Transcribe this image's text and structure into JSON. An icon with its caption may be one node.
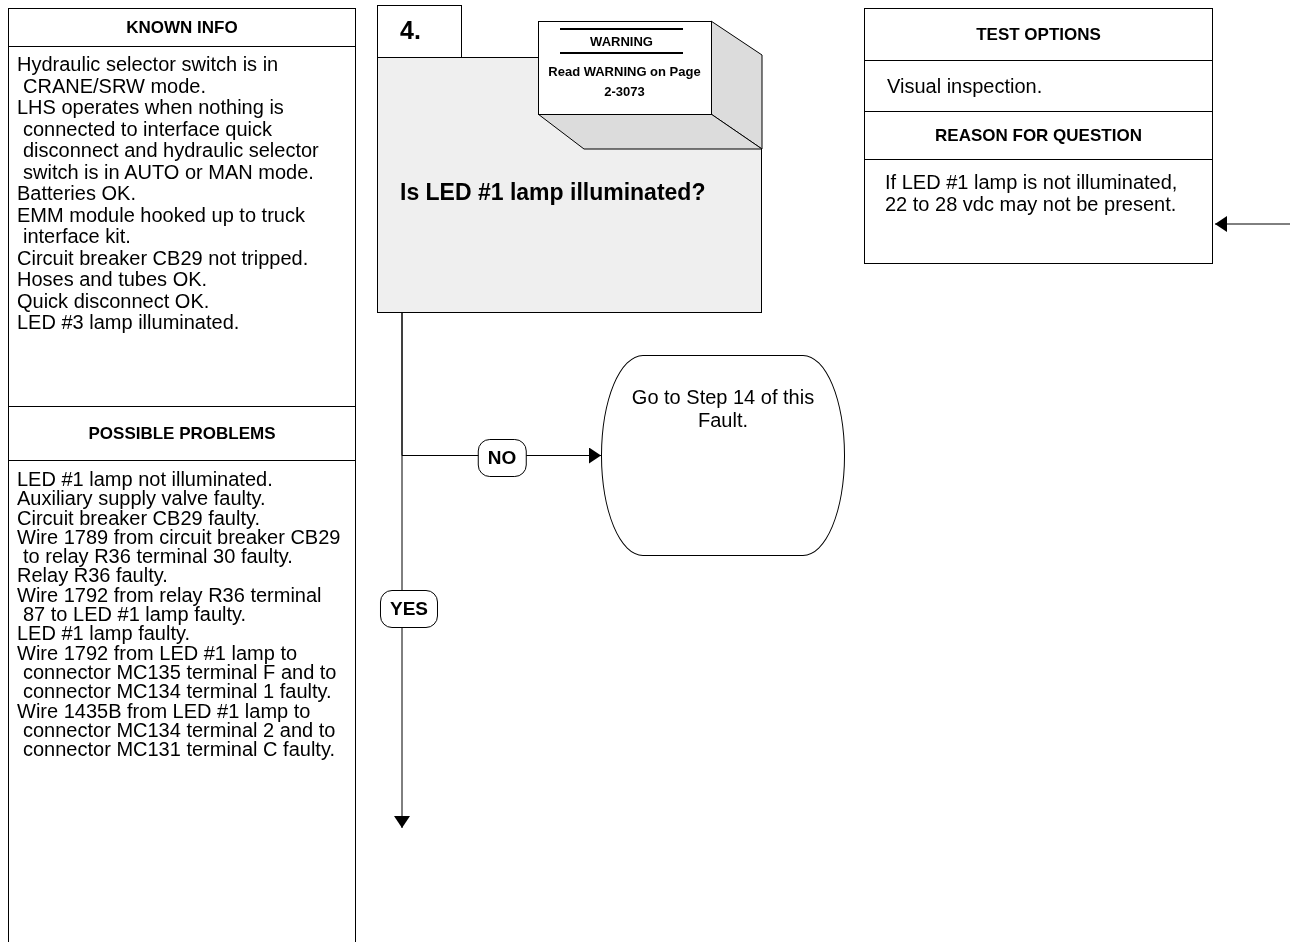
{
  "diagram": {
    "nodes": [
      {
        "text": [
          "KNOWN INFO",
          "Hydraulic selector switch is in CRANE/SRW mode.",
          "LHS operates when nothing is connected to interface quick disconnect and hydraulic selector switch is in AUTO or MAN mode.",
          "Batteries OK.",
          "EMM module hooked up to truck interface kit.",
          "Circuit breaker CB29 not tripped.",
          "Hoses and tubes OK.",
          "Quick disconnect OK.",
          "LED #3 lamp illuminated."
        ]
      },
      {
        "text": [
          "POSSIBLE PROBLEMS",
          "LED #1 lamp not illuminated.",
          "Auxiliary supply valve faulty.",
          "Circuit breaker CB29 faulty.",
          "Wire 1789 from circuit breaker CB29 to relay R36 terminal 30 faulty.",
          "Relay R36 faulty.",
          "Wire 1792 from relay R36 terminal 87 to LED #1 lamp faulty.",
          "LED #1 lamp faulty.",
          "Wire 1792 from LED #1 lamp to connector MC135 terminal F and to connector MC134 terminal 1 faulty.",
          "Wire 1435B from LED #1 lamp to connector MC134 terminal 2 and to connector MC131 terminal C faulty."
        ]
      },
      {
        "text": [
          "4."
        ]
      },
      {
        "text": [
          "Is LED #1 lamp illuminated?"
        ]
      },
      {
        "text": [
          "WARNING",
          "Read WARNING on Page 2-3073"
        ]
      },
      {
        "text": [
          "Go to Step 14 of this Fault."
        ]
      },
      {
        "text": [
          "TEST OPTIONS",
          "Visual inspection."
        ]
      },
      {
        "text": [
          "REASON FOR QUESTION",
          "If LED #1 lamp is not illuminated, 22 to 28 vdc may not be present."
        ]
      }
    ],
    "edges": [
      {
        "from": 3,
        "to": 5,
        "arrow": "to",
        "label": "NO"
      },
      {
        "from": 3,
        "to": null,
        "arrow": "to",
        "label": "YES"
      },
      {
        "from": null,
        "to": 7,
        "arrow": "to"
      }
    ]
  }
}
